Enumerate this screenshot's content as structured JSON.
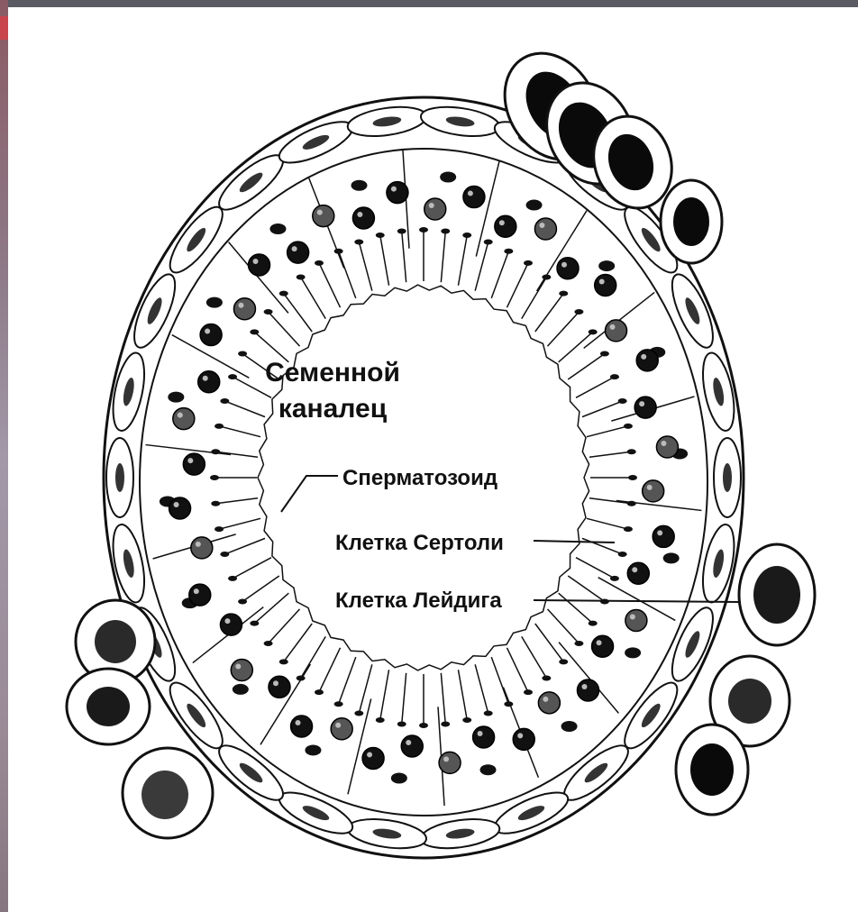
{
  "labels": {
    "seminiferous_tubule_line1": "Семенной",
    "seminiferous_tubule_line2": "каналец",
    "spermatozoon": "Сперматозоид",
    "sertoli_cell": "Клетка Сертоли",
    "leydig_cell": "Клетка Лейдига"
  }
}
